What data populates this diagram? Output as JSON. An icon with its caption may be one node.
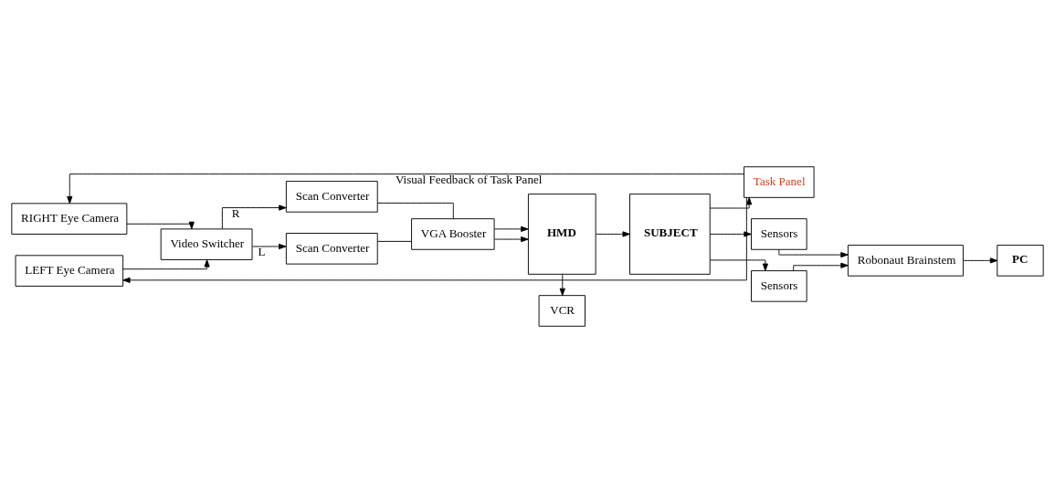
{
  "diagram": {
    "nodes": [
      {
        "text": [
          "RIGHT Eye Camera"
        ]
      },
      {
        "text": [
          "LEFT Eye Camera"
        ]
      },
      {
        "text": [
          "Video Switcher"
        ]
      },
      {
        "text": [
          "Scan Converter"
        ]
      },
      {
        "text": [
          "Scan Converter"
        ]
      },
      {
        "text": [
          "VGA Booster"
        ]
      },
      {
        "text": [
          "VCR"
        ]
      },
      {
        "text": [
          "HMD"
        ]
      },
      {
        "text": [
          "SUBJECT"
        ]
      },
      {
        "text": [
          "Task Panel"
        ]
      },
      {
        "text": [
          "Sensors"
        ]
      },
      {
        "text": [
          "Sensors"
        ]
      },
      {
        "text": [
          "PC"
        ]
      },
      {
        "text": [
          "Robonaut Brainstem"
        ]
      }
    ],
    "edges": [
      {
        "from": 9,
        "to": 0,
        "arrow": "to",
        "label": "Visual Feedback of Task Panel"
      },
      {
        "from": 9,
        "to": 1,
        "arrow": "to"
      },
      {
        "from": 0,
        "to": 2,
        "arrow": "to"
      },
      {
        "from": 1,
        "to": 2,
        "arrow": "to"
      },
      {
        "from": 2,
        "to": 3,
        "arrow": "to",
        "label": "R"
      },
      {
        "from": 2,
        "to": 4,
        "arrow": "to",
        "label": "L"
      },
      {
        "from": 3,
        "to": 5,
        "arrow": "none"
      },
      {
        "from": 4,
        "to": 5,
        "arrow": "none"
      },
      {
        "from": 5,
        "to": 7,
        "arrow": "to"
      },
      {
        "from": 5,
        "to": 7,
        "arrow": "to"
      },
      {
        "from": 7,
        "to": 6,
        "arrow": "to"
      },
      {
        "from": 7,
        "to": 8,
        "arrow": "to"
      },
      {
        "from": 8,
        "to": 9,
        "arrow": "to"
      },
      {
        "from": 8,
        "to": 10,
        "arrow": "to"
      },
      {
        "from": 8,
        "to": 11,
        "arrow": "to"
      },
      {
        "from": 10,
        "to": 13,
        "arrow": "to"
      },
      {
        "from": 11,
        "to": 13,
        "arrow": "to"
      },
      {
        "from": 13,
        "to": 12,
        "arrow": "to"
      }
    ]
  }
}
